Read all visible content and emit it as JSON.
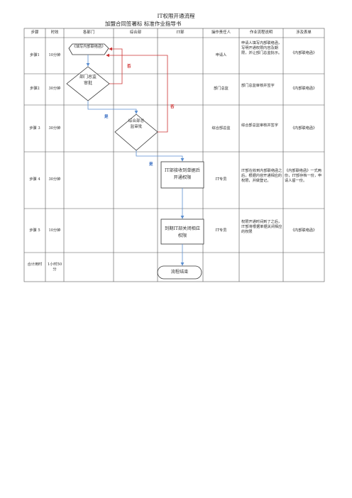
{
  "title": "IT权限开通流程",
  "subtitle": "加盟合同签署标 标准作业指导书",
  "headers": [
    "步骤",
    "时效",
    "各部门",
    "综合部",
    "IT部",
    "操作责任人",
    "作业流程说明",
    "涉及表单"
  ],
  "rows": [
    {
      "step": "步骤1",
      "time": "10分钟",
      "owner": "申请人",
      "desc": "申请人填写内部联络函，写明开通权限内容及期限，并让部门总监批示。",
      "form": "《内部联络函》"
    },
    {
      "step": "步骤2",
      "time": "30分钟",
      "owner": "部门总监",
      "desc": "部门总监审核并签字",
      "form": "《内部联络函》"
    },
    {
      "step": "步骤 3",
      "time": "30分钟",
      "owner": "综合部总监",
      "desc": "综合部总监审核并签字",
      "form": "《内部联络函》"
    },
    {
      "step": "步骤 4",
      "time": "30分钟",
      "owner": "IT专员",
      "desc": "IT部在收到内部联络函之后，根据内容开通相应的权限，并做登记。",
      "form": "《内部联络函》一式两份，IT部存档一份，申请人留一份。"
    },
    {
      "step": "步骤 5",
      "time": "10分钟",
      "owner": "IT专员",
      "desc": "权限开通时间到了之后，IT部将根据单据关闭相应的权限",
      "form": "《内部联络函》"
    },
    {
      "step": "合计用时",
      "time": "1小时50分",
      "owner": "",
      "desc": "",
      "form": ""
    }
  ],
  "flow": {
    "start": "《填写内部联络函》",
    "dept_review": "部门总监审批",
    "admin_review": "综合部总监审批",
    "it_open": "IT部接收到单据后开通权限",
    "it_close": "到期IT部关闭相应权限",
    "end": "流程结束",
    "no1": "否",
    "no2": "否",
    "yes1": "是",
    "yes2": "是"
  },
  "colors": {
    "grid": "#555555",
    "arrow": "#5b8fd1",
    "reject": "#cc3333",
    "box_border": "#333333"
  }
}
